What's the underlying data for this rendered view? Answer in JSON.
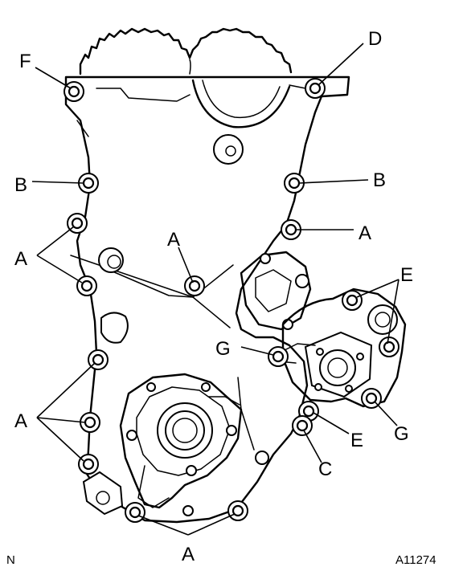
{
  "labels": {
    "A": "A",
    "B": "B",
    "C": "C",
    "D": "D",
    "E": "E",
    "F": "F",
    "G": "G"
  },
  "corner_left": "N",
  "figure_code": "A11274"
}
